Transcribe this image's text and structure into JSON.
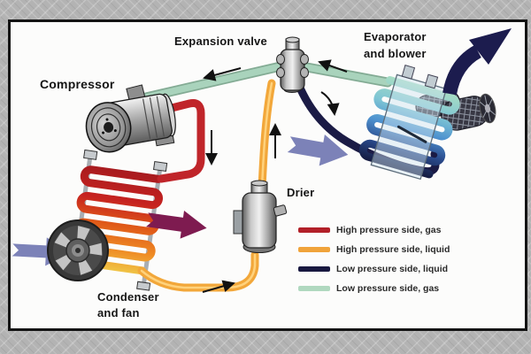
{
  "labels": {
    "compressor": "Compressor",
    "expansion_valve": "Expansion valve",
    "evaporator_line1": "Evaporator",
    "evaporator_line2": "and blower",
    "drier": "Drier",
    "condenser_line1": "Condenser",
    "condenser_line2": "and fan"
  },
  "legend": {
    "items": [
      {
        "label": "High pressure side, gas",
        "color": "#b22028"
      },
      {
        "label": "High pressure side, liquid",
        "color": "#f0a33a"
      },
      {
        "label": "Low pressure side, liquid",
        "color": "#191940"
      },
      {
        "label": "Low pressure side, gas",
        "color": "#b0d8bf"
      }
    ]
  },
  "colors": {
    "high_gas": "#c0252a",
    "high_liquid": "#f2a73a",
    "high_liquid_highlight": "#ffd27c",
    "low_liquid": "#1b1b45",
    "low_gas": "#a9d3bc",
    "low_gas_edge": "#83ab94",
    "airflow_cool": "#7c82b8",
    "airflow_hot": "#7e1b50",
    "airflow_out": "#1c1c4e"
  }
}
